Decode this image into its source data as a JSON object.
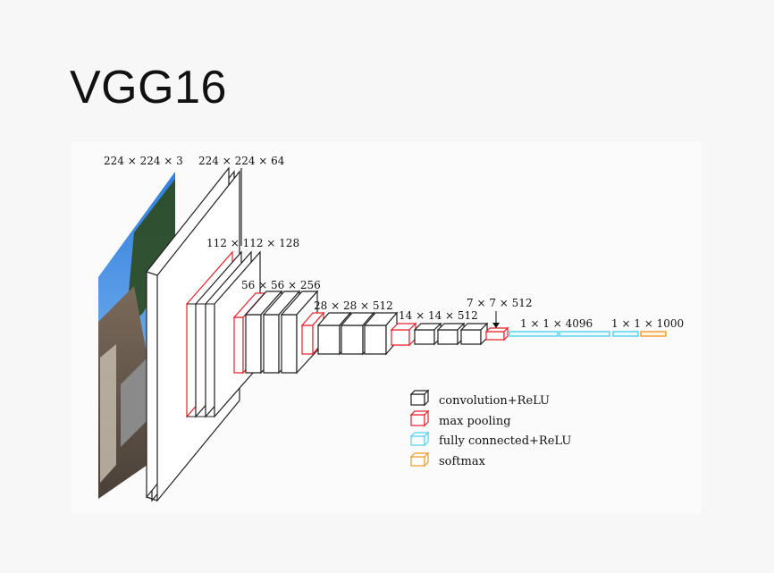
{
  "title": "VGG16",
  "dimension_labels": {
    "input": "224 × 224 × 3",
    "conv1": "224 × 224 × 64",
    "conv2": "112 × 112 × 128",
    "conv3": "56 × 56 × 256",
    "conv4": "28 × 28 × 512",
    "conv5": "14 × 14 × 512",
    "pool5": "7 × 7 × 512",
    "fc": "1 × 1 × 4096",
    "softmax": "1 × 1 × 1000"
  },
  "legend": [
    {
      "label": "convolution+ReLU",
      "color": "#222222"
    },
    {
      "label": "max pooling",
      "color": "#e8202a"
    },
    {
      "label": "fully connected+ReLU",
      "color": "#4fd2ee"
    },
    {
      "label": "softmax",
      "color": "#f09a2a"
    }
  ],
  "colors": {
    "conv": "#222222",
    "pool": "#e8202a",
    "fc": "#4fd2ee",
    "softmax": "#f09a2a",
    "sky": "#3d86d6"
  }
}
